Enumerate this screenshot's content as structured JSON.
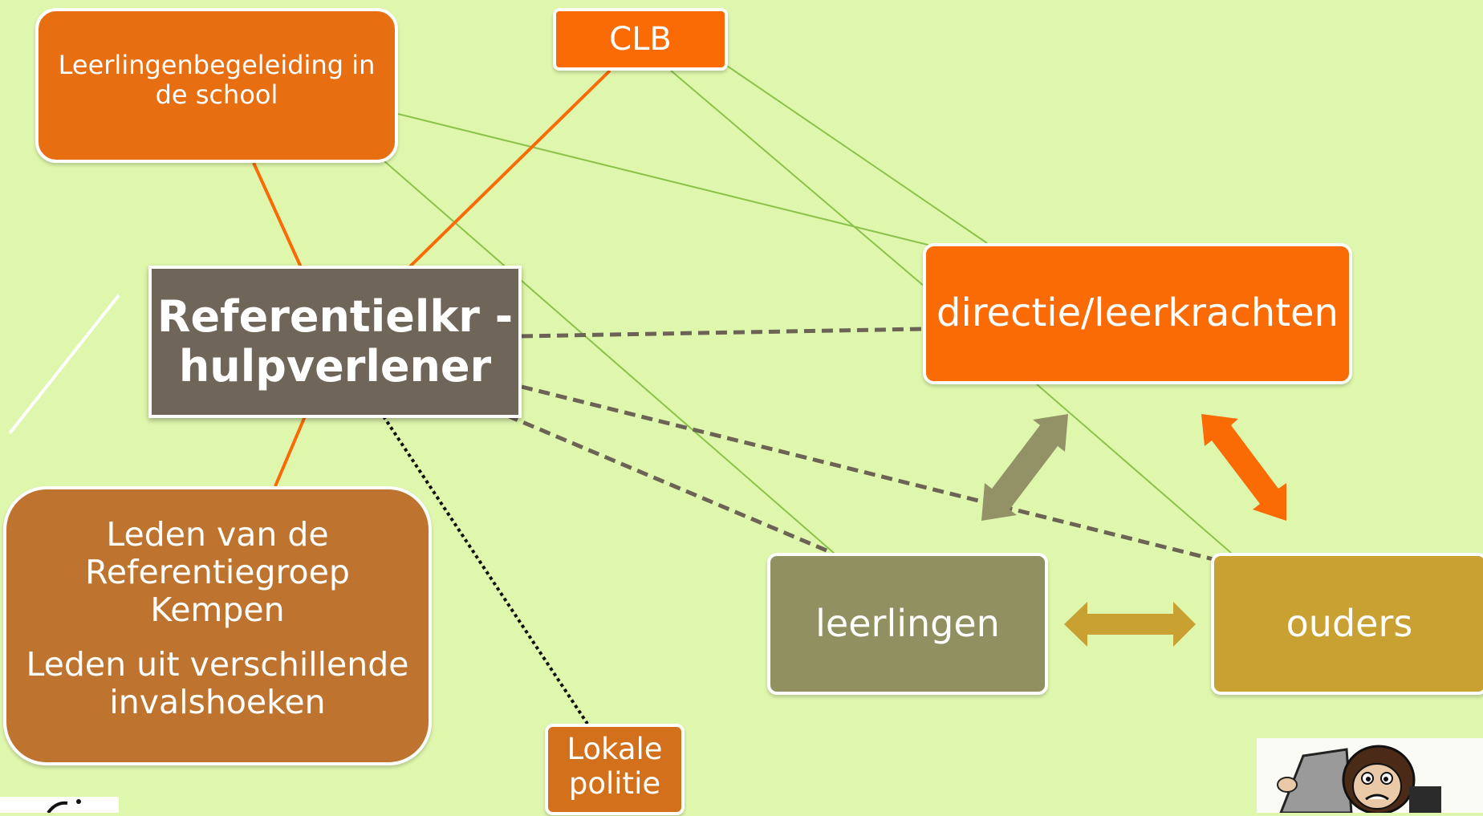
{
  "nodes": {
    "leerlingenbegeleiding": {
      "lines": [
        "Leerlingenbegeleiding in",
        "de school"
      ]
    },
    "clb": {
      "label": "CLB"
    },
    "referentie": {
      "lines": [
        "Referentielkr -",
        "hulpverlener"
      ]
    },
    "directie": {
      "label": "directie/leerkrachten"
    },
    "referentiegroep": {
      "p1": [
        "Leden van de",
        "Referentiegroep",
        "Kempen"
      ],
      "p2": [
        "Leden uit verschillende",
        "invalshoeken"
      ]
    },
    "leerlingen": {
      "label": "leerlingen"
    },
    "ouders": {
      "label": "ouders"
    },
    "politie": {
      "lines": [
        "Lokale",
        "politie"
      ]
    }
  },
  "colors": {
    "background": "#dff7ad",
    "orange": "#fa6a05",
    "dark_orange": "#e86e12",
    "brown": "#be742e",
    "gray_brown": "#6f6558",
    "olive": "#919061",
    "gold": "#c9a032",
    "thin_green_line": "#8bc34a",
    "dashed_line": "#6b6356"
  },
  "images": {
    "bottom_left_logo": "logo-graphic",
    "bottom_right_cartoon": "monkey-cartoon-with-laptop"
  }
}
